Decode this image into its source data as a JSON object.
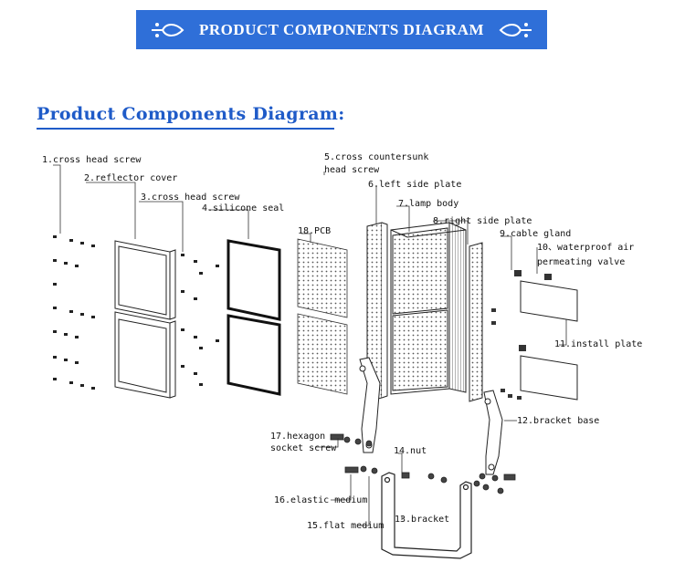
{
  "banner": {
    "title": "PRODUCT COMPONENTS DIAGRAM",
    "left_ornament": "fleur-ornament-icon",
    "right_ornament": "fleur-ornament-icon"
  },
  "heading": "Product Components Diagram:",
  "colors": {
    "banner_bg": "#2f6fd8",
    "heading": "#1f5bc8",
    "line": "#222222"
  },
  "labels": [
    "1.cross head screw",
    "2.reflector cover",
    "3.cross head screw",
    "4.silicone seal",
    "5.cross countersunk",
    "head screw",
    "6.left side plate",
    "7.lamp body",
    "8.right side plate",
    "9.cable gland",
    "10、waterproof air",
    "permeating valve",
    "11.install plate",
    "12.bracket base",
    "13.bracket",
    "14.nut",
    "15.flat medium",
    "16.elastic medium",
    "17.hexagon",
    "socket screw",
    "18.PCB"
  ]
}
